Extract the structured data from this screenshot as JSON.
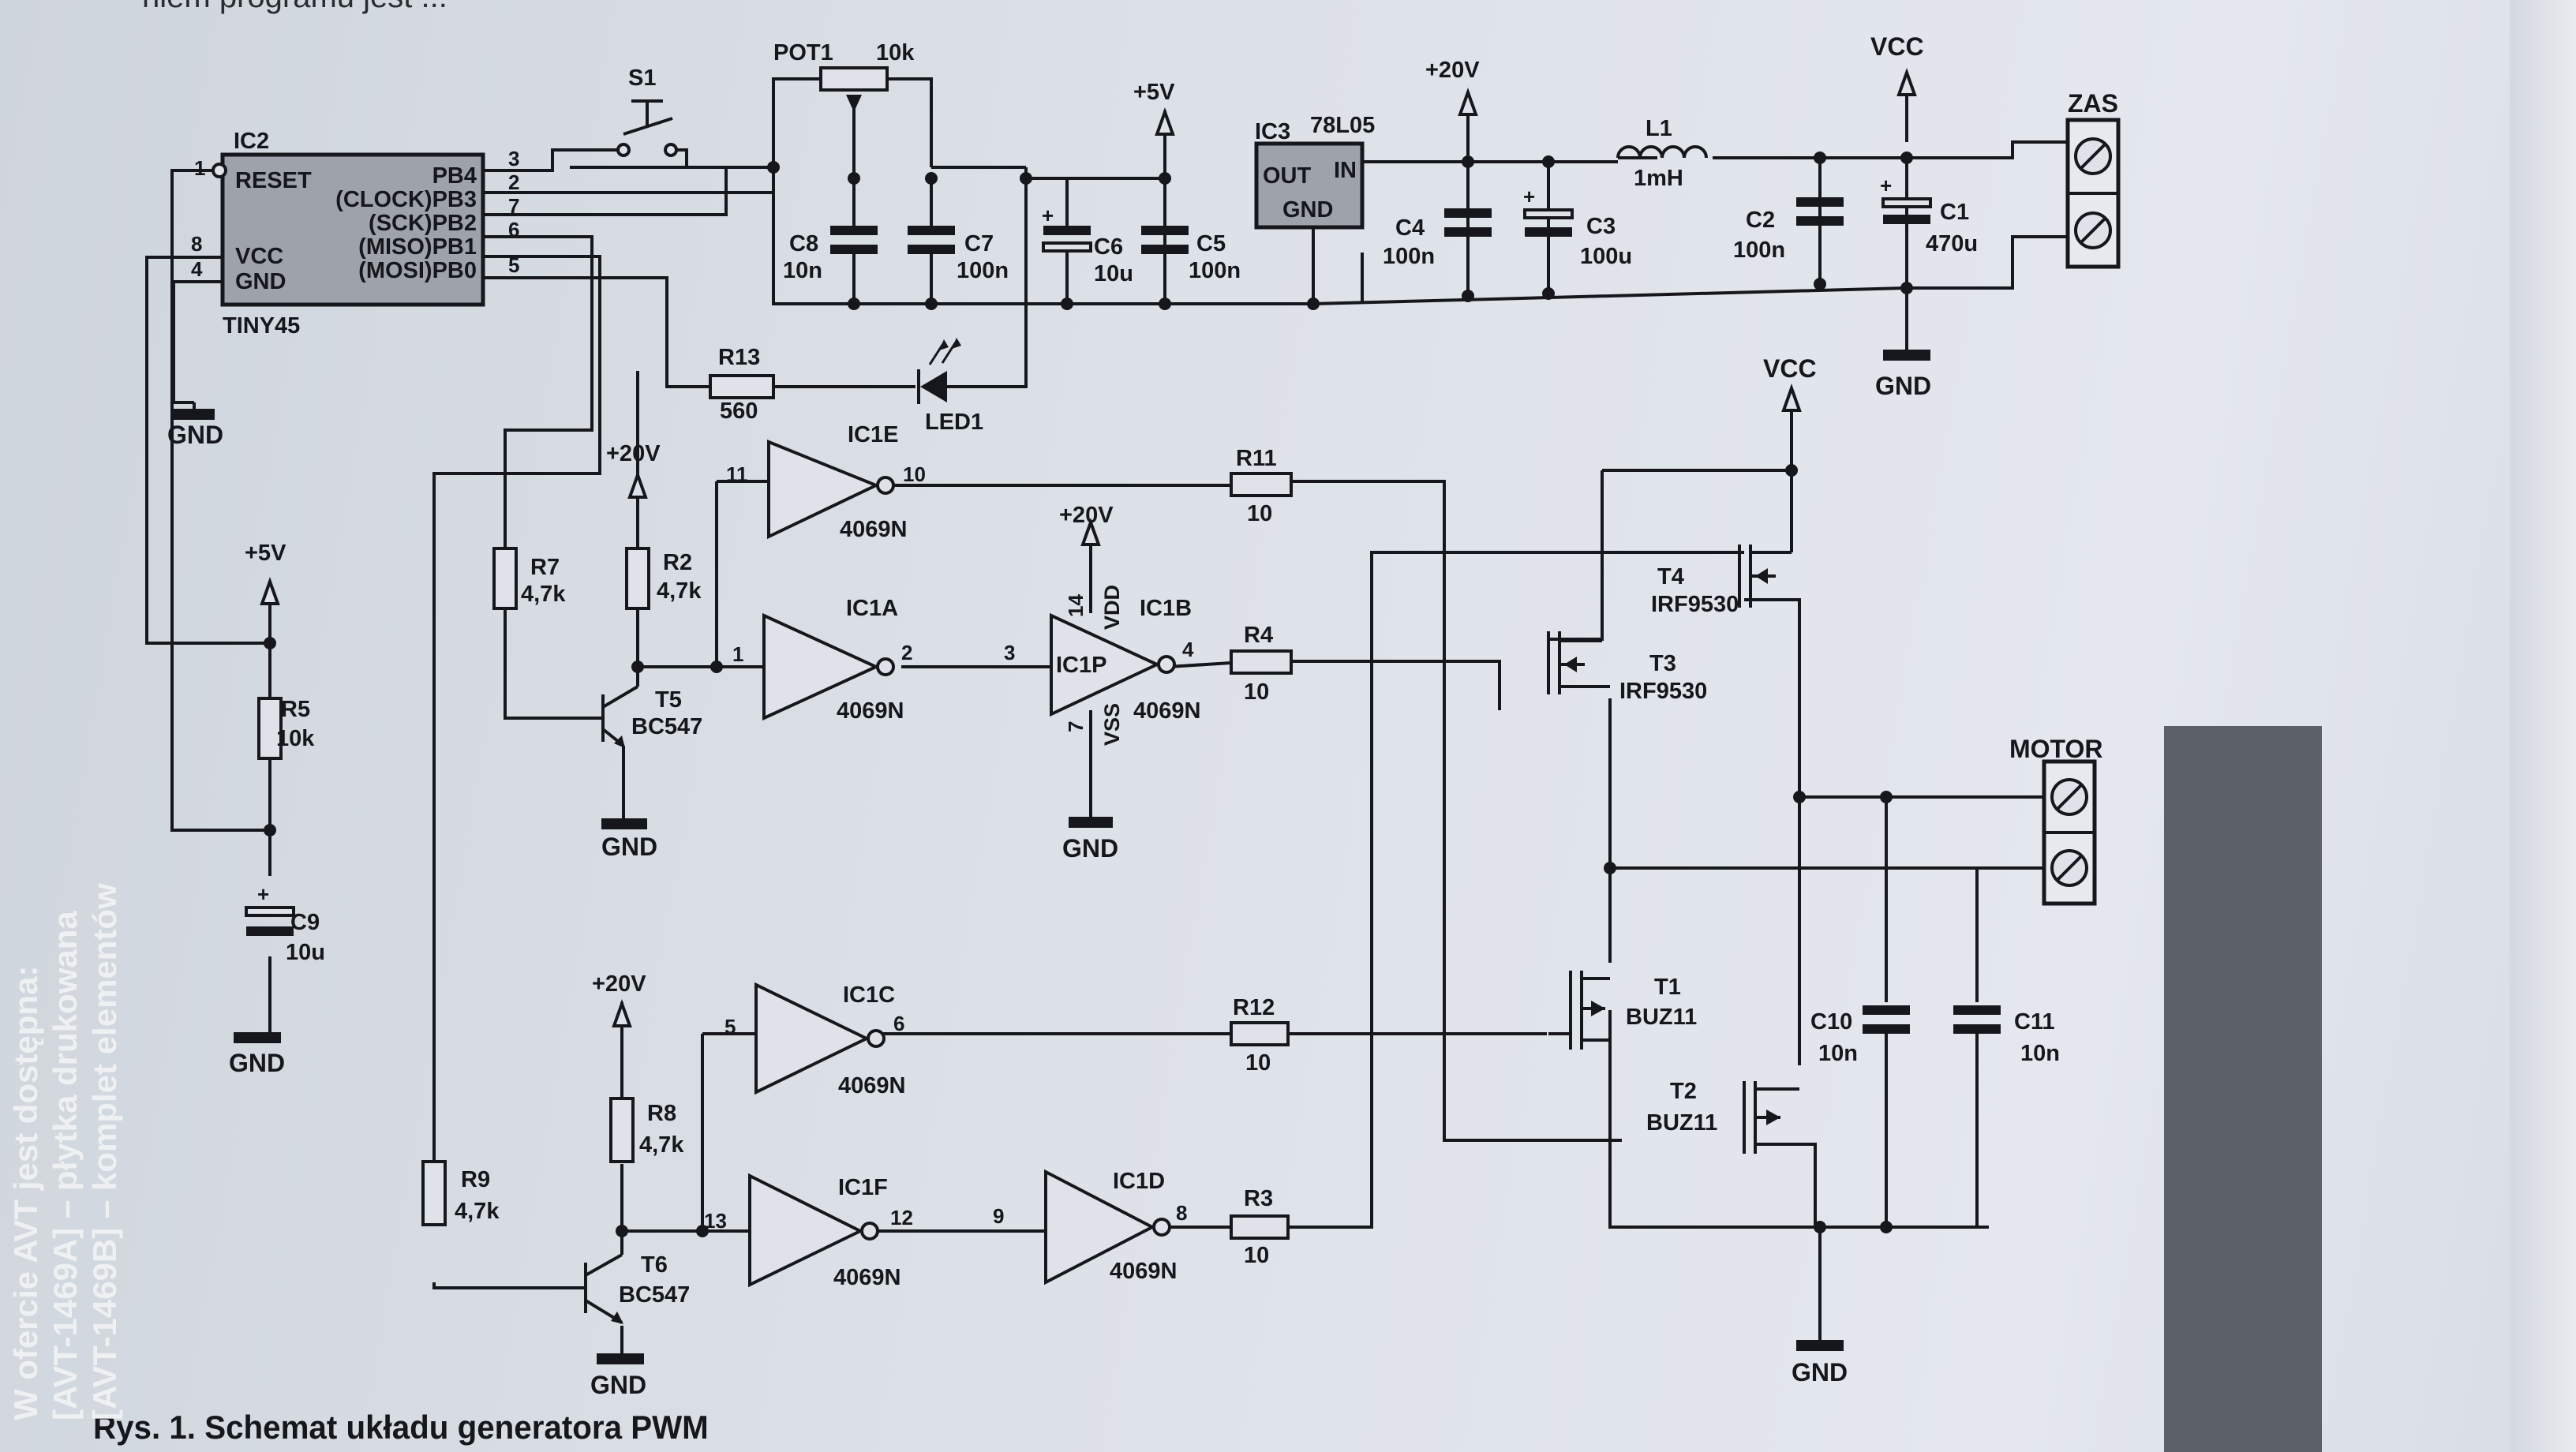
{
  "top_text": "niem programu jest ...",
  "caption": "Rys. 1. Schemat układu generatora PWM",
  "sidebar": {
    "line1": "W ofercie AVT jest dostępna:",
    "line2": "[AVT-1469A] – płytka drukowana",
    "line3": "[AVT-1469B] – komplet elementów"
  },
  "rails": {
    "plus5v": "+5V",
    "plus20v": "+20V",
    "vcc": "VCC",
    "gnd": "GND"
  },
  "connectors": {
    "zas": "ZAS",
    "motor": "MOTOR"
  },
  "ic2": {
    "ref": "IC2",
    "part": "TINY45",
    "pins_left": [
      {
        "num": "1",
        "name": "RESET"
      },
      {
        "num": "8",
        "name": "VCC"
      },
      {
        "num": "4",
        "name": "GND"
      }
    ],
    "pins_right": [
      {
        "num": "3",
        "name": "PB4"
      },
      {
        "num": "2",
        "name": "(CLOCK)PB3"
      },
      {
        "num": "7",
        "name": "(SCK)PB2"
      },
      {
        "num": "6",
        "name": "(MISO)PB1"
      },
      {
        "num": "5",
        "name": "(MOSI)PB0"
      }
    ]
  },
  "ic3": {
    "ref": "IC3",
    "part": "78L05",
    "out": "OUT",
    "in": "IN",
    "gnd": "GND"
  },
  "switch": {
    "ref": "S1"
  },
  "pot": {
    "ref": "POT1",
    "value": "10k"
  },
  "led": {
    "ref": "LED1"
  },
  "inductor": {
    "ref": "L1",
    "value": "1mH"
  },
  "capacitors": {
    "c1": {
      "ref": "C1",
      "value": "470u"
    },
    "c2": {
      "ref": "C2",
      "value": "100n"
    },
    "c3": {
      "ref": "C3",
      "value": "100u"
    },
    "c4": {
      "ref": "C4",
      "value": "100n"
    },
    "c5": {
      "ref": "C5",
      "value": "100n"
    },
    "c6": {
      "ref": "C6",
      "value": "10u"
    },
    "c7": {
      "ref": "C7",
      "value": "100n"
    },
    "c8": {
      "ref": "C8",
      "value": "10n"
    },
    "c9": {
      "ref": "C9",
      "value": "10u"
    },
    "c10": {
      "ref": "C10",
      "value": "10n"
    },
    "c11": {
      "ref": "C11",
      "value": "10n"
    }
  },
  "resistors": {
    "r2": {
      "ref": "R2",
      "value": "4,7k"
    },
    "r3": {
      "ref": "R3",
      "value": "10"
    },
    "r4": {
      "ref": "R4",
      "value": "10"
    },
    "r5": {
      "ref": "R5",
      "value": "10k"
    },
    "r7": {
      "ref": "R7",
      "value": "4,7k"
    },
    "r8": {
      "ref": "R8",
      "value": "4,7k"
    },
    "r9": {
      "ref": "R9",
      "value": "4,7k"
    },
    "r11": {
      "ref": "R11",
      "value": "10"
    },
    "r12": {
      "ref": "R12",
      "value": "10"
    },
    "r13": {
      "ref": "R13",
      "value": "560"
    }
  },
  "inverters": {
    "part": "4069N",
    "ic1a": {
      "ref": "IC1A",
      "in": "1",
      "out": "2"
    },
    "ic1c": {
      "ref": "IC1C",
      "in": "5",
      "out": "6"
    },
    "ic1d": {
      "ref": "IC1D",
      "in": "9",
      "out": "8"
    },
    "ic1e": {
      "ref": "IC1E",
      "in": "11",
      "out": "10"
    },
    "ic1f": {
      "ref": "IC1F",
      "in": "13",
      "out": "12"
    },
    "ic1b": {
      "ref": "IC1B",
      "in": "3",
      "out": "4",
      "inner": "IC1P",
      "vdd": "VDD",
      "vss": "VSS",
      "pin_vdd": "14",
      "pin_vss": "7"
    }
  },
  "transistors": {
    "t1": {
      "ref": "T1",
      "part": "BUZ11"
    },
    "t2": {
      "ref": "T2",
      "part": "BUZ11"
    },
    "t3": {
      "ref": "T3",
      "part": "IRF9530"
    },
    "t4": {
      "ref": "T4",
      "part": "IRF9530"
    },
    "t5": {
      "ref": "T5",
      "part": "BC547"
    },
    "t6": {
      "ref": "T6",
      "part": "BC547"
    }
  },
  "plus_sign": "+"
}
